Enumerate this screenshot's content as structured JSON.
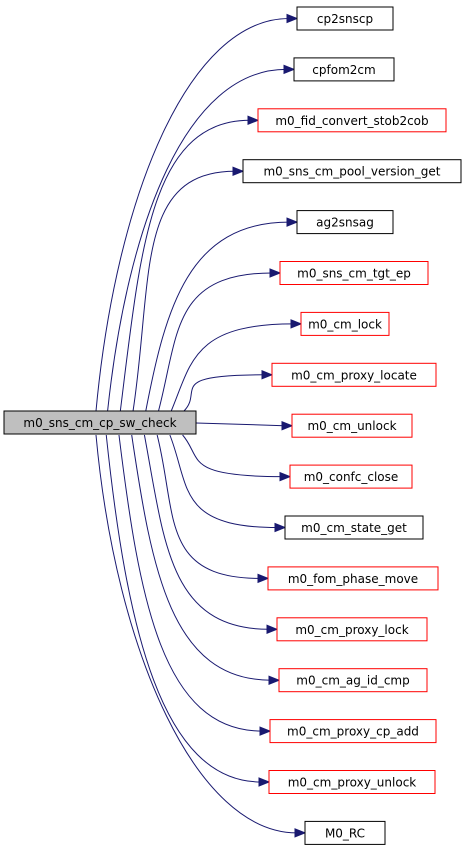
{
  "source": {
    "label": "m0_sns_cm_cp_sw_check",
    "fill": "#bfbfbf",
    "border": "#000000"
  },
  "colors": {
    "edge": "#191970",
    "border_black": "#000000",
    "border_red": "#ff0000"
  },
  "callees": [
    {
      "label": "cp2snscp",
      "border": "black"
    },
    {
      "label": "cpfom2cm",
      "border": "black"
    },
    {
      "label": "m0_fid_convert_stob2cob",
      "border": "red"
    },
    {
      "label": "m0_sns_cm_pool_version_get",
      "border": "black"
    },
    {
      "label": "ag2snsag",
      "border": "black"
    },
    {
      "label": "m0_sns_cm_tgt_ep",
      "border": "red"
    },
    {
      "label": "m0_cm_lock",
      "border": "red"
    },
    {
      "label": "m0_cm_proxy_locate",
      "border": "red"
    },
    {
      "label": "m0_cm_unlock",
      "border": "red"
    },
    {
      "label": "m0_confc_close",
      "border": "red"
    },
    {
      "label": "m0_cm_state_get",
      "border": "black"
    },
    {
      "label": "m0_fom_phase_move",
      "border": "red"
    },
    {
      "label": "m0_cm_proxy_lock",
      "border": "red"
    },
    {
      "label": "m0_cm_ag_id_cmp",
      "border": "red"
    },
    {
      "label": "m0_cm_proxy_cp_add",
      "border": "red"
    },
    {
      "label": "m0_cm_proxy_unlock",
      "border": "red"
    },
    {
      "label": "M0_RC",
      "border": "black"
    }
  ]
}
